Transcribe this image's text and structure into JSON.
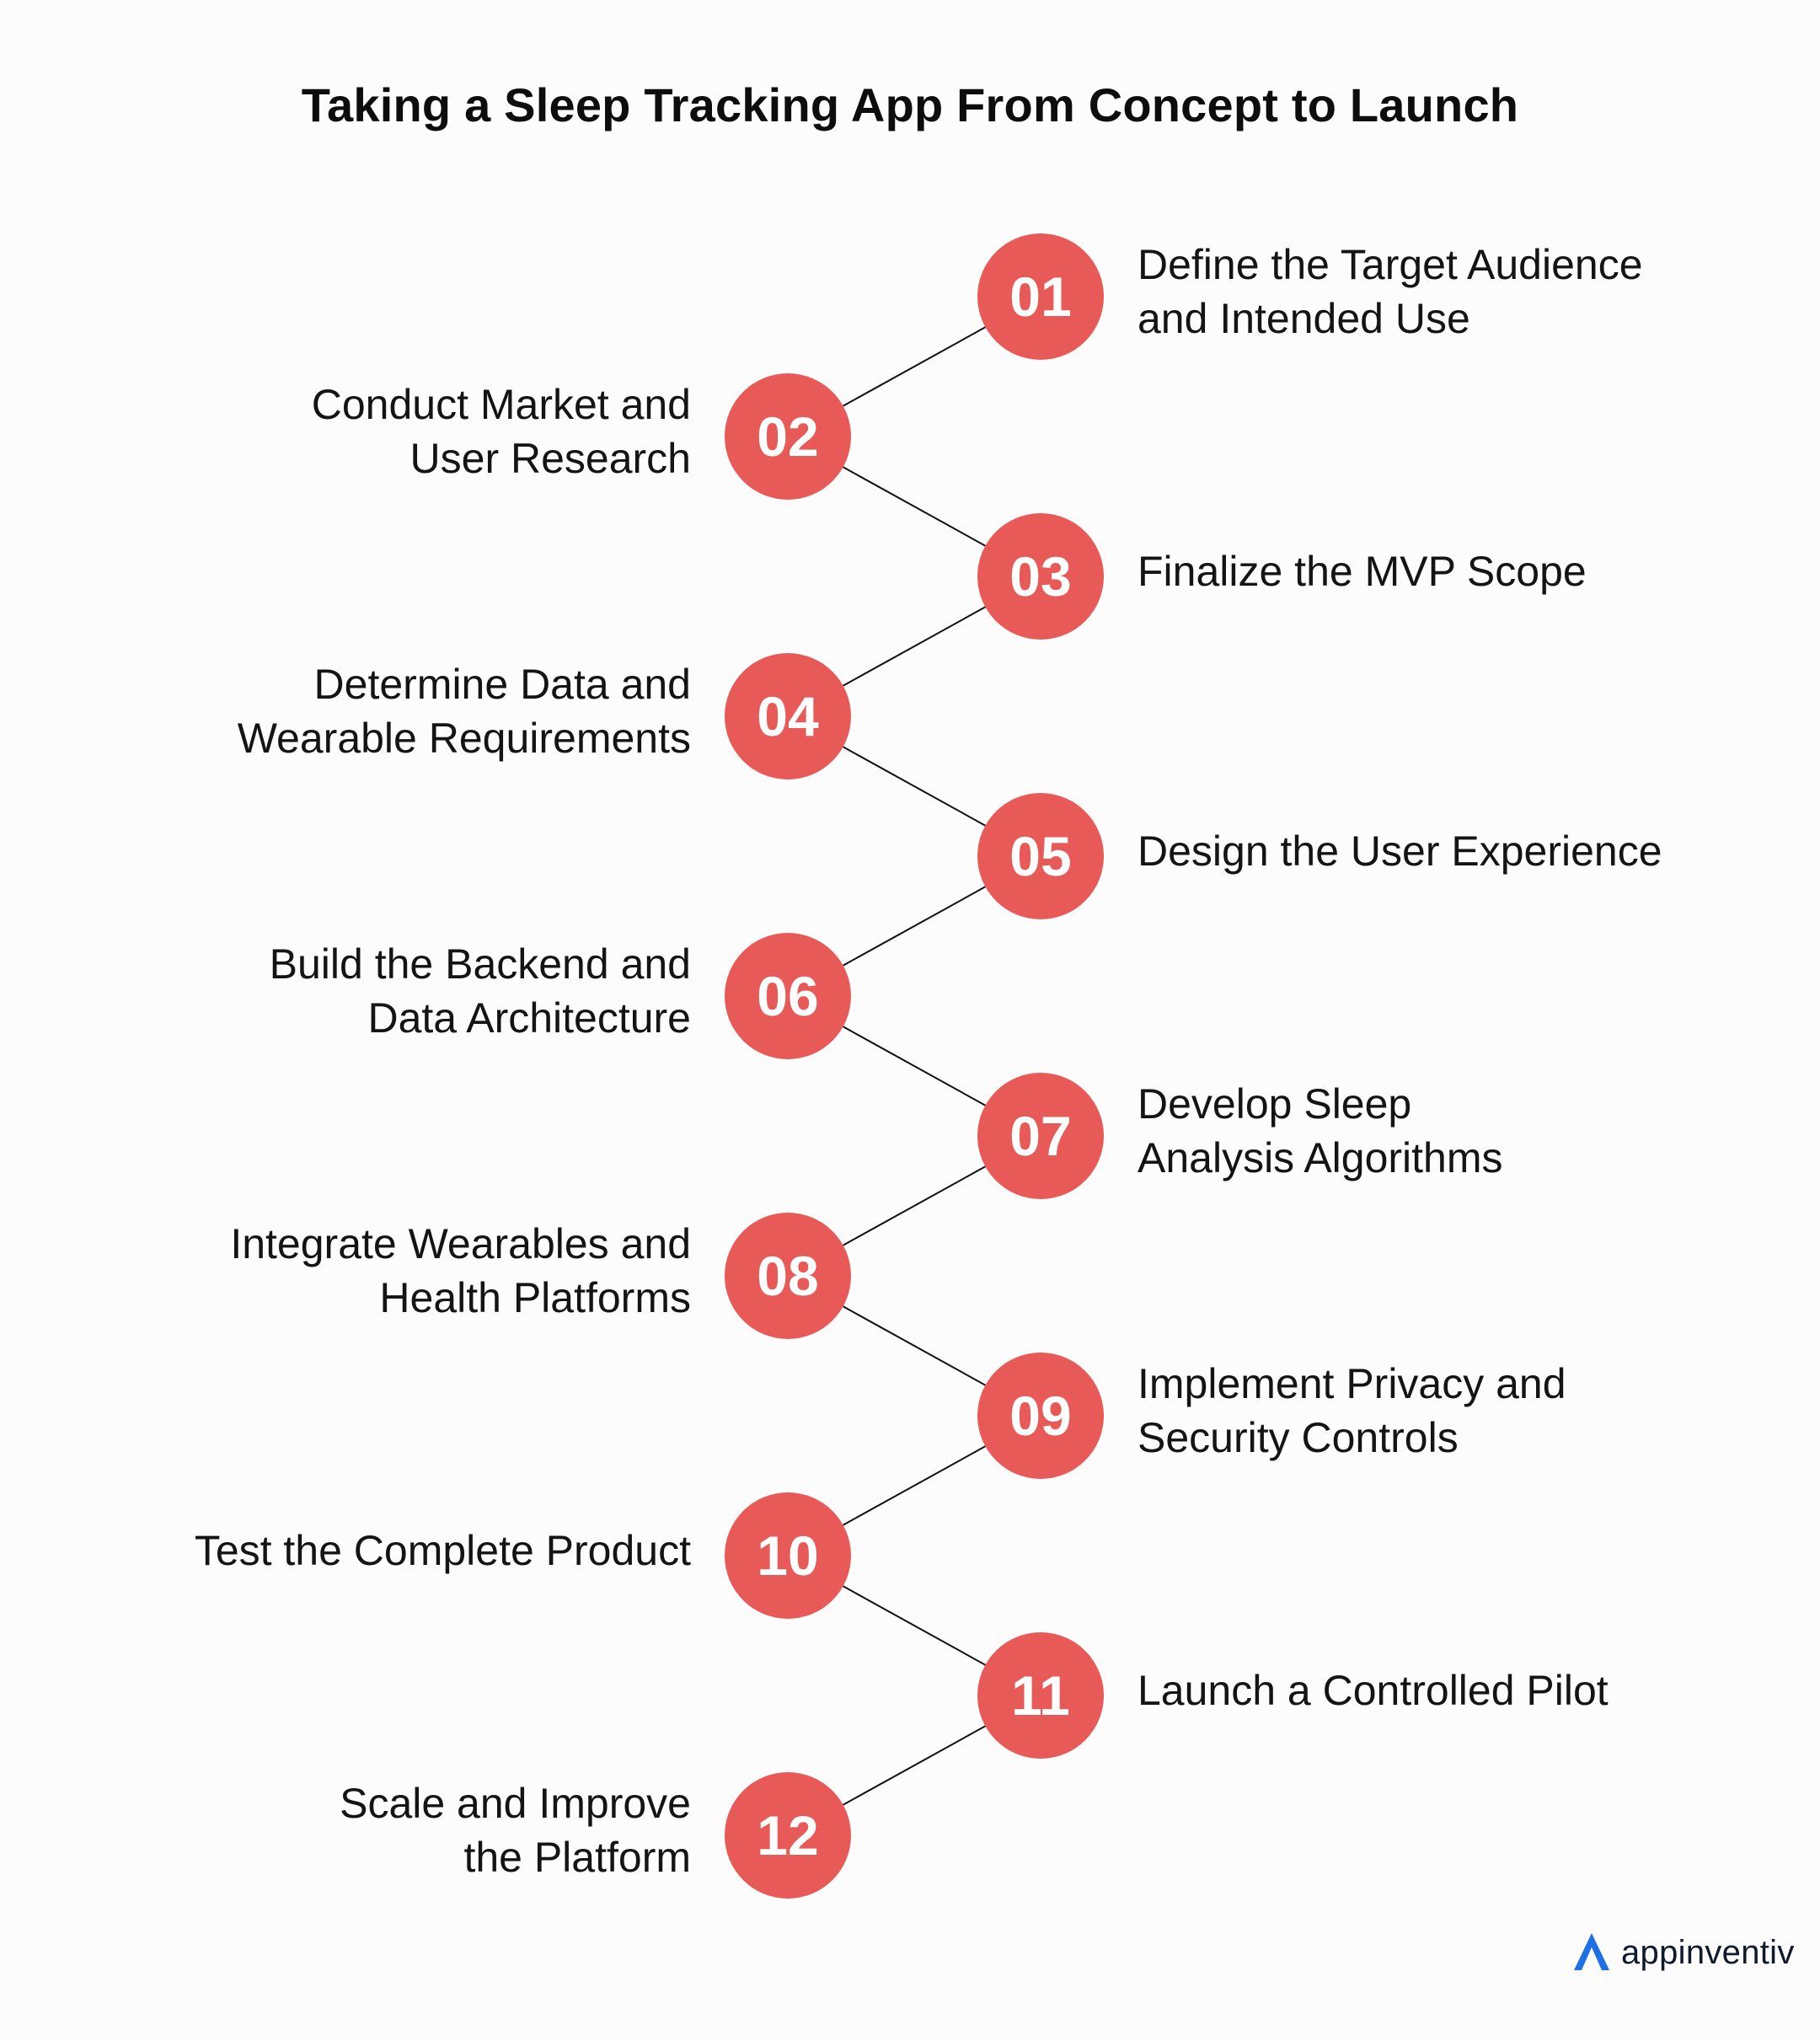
{
  "title": "Taking a Sleep Tracking App From Concept to Launch",
  "colors": {
    "circle": "#e85a57",
    "circle_text": "#ffffff",
    "connector": "#111111",
    "brand_accent": "#1f6fe5"
  },
  "steps": [
    {
      "number": "01",
      "lines": [
        "Define the Target Audience",
        "and Intended Use"
      ]
    },
    {
      "number": "02",
      "lines": [
        "Conduct Market and",
        "User Research"
      ]
    },
    {
      "number": "03",
      "lines": [
        "Finalize the MVP Scope"
      ]
    },
    {
      "number": "04",
      "lines": [
        "Determine Data and",
        "Wearable Requirements"
      ]
    },
    {
      "number": "05",
      "lines": [
        "Design the User Experience"
      ]
    },
    {
      "number": "06",
      "lines": [
        "Build the Backend and",
        "Data Architecture"
      ]
    },
    {
      "number": "07",
      "lines": [
        "Develop Sleep",
        "Analysis Algorithms"
      ]
    },
    {
      "number": "08",
      "lines": [
        "Integrate Wearables and",
        "Health Platforms"
      ]
    },
    {
      "number": "09",
      "lines": [
        "Implement Privacy and",
        "Security Controls"
      ]
    },
    {
      "number": "10",
      "lines": [
        "Test the Complete Product"
      ]
    },
    {
      "number": "11",
      "lines": [
        "Launch a Controlled Pilot"
      ]
    },
    {
      "number": "12",
      "lines": [
        "Scale and Improve",
        "the Platform"
      ]
    }
  ],
  "brand": {
    "name": "appinventiv",
    "icon": "appinventiv-logo-icon"
  }
}
